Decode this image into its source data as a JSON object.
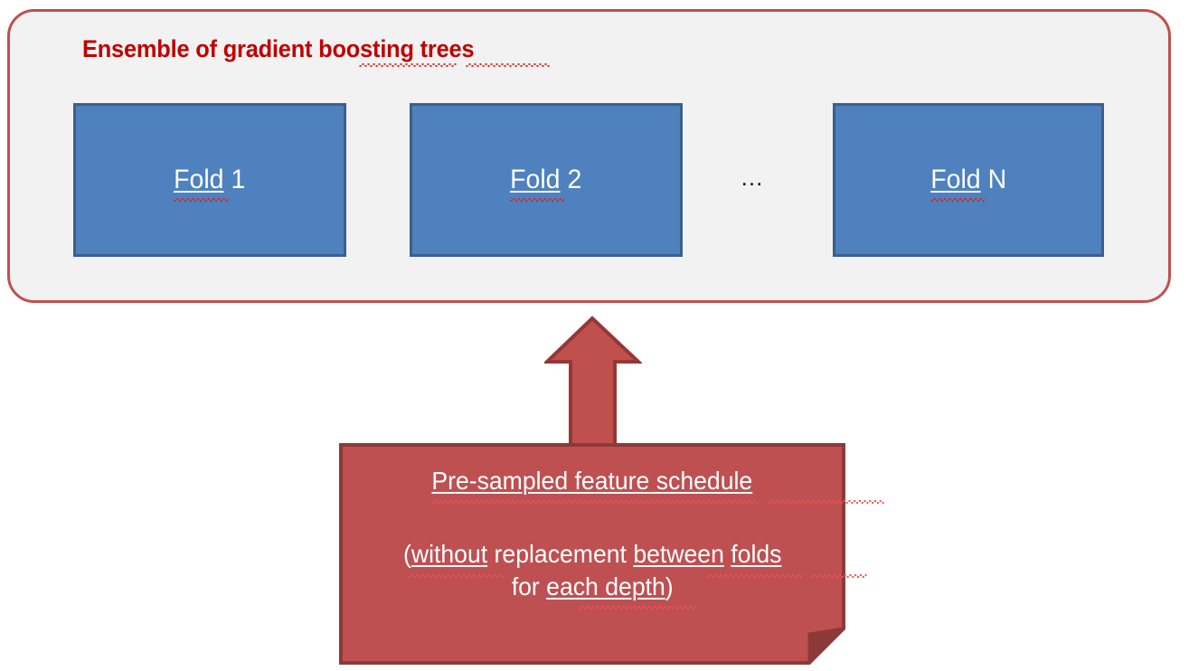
{
  "diagram": {
    "title": "Ensemble of gradient boosting trees",
    "colors": {
      "panel_background": "#F2F2F2",
      "panel_border": "#C0504D",
      "title_text": "#C00000",
      "fold_box_fill": "#4E81BD",
      "fold_box_border": "#3A5F8F",
      "fold_box_text": "#FFFFFF",
      "arrow_fill": "#C0504D",
      "arrow_border": "#953735",
      "note_fill": "#BE5052",
      "note_border": "#8C3A38",
      "note_fold_flap": "#8C3A38",
      "note_text": "#FFFFFF",
      "spellcheck_squiggle": "#E02020",
      "ellipsis_text": "#111111",
      "page_background": "#FFFFFF"
    },
    "folds": [
      {
        "label": "Fold 1",
        "underlined_word": "Fold",
        "suffix": " 1"
      },
      {
        "label": "Fold 2",
        "underlined_word": "Fold",
        "suffix": " 2"
      },
      {
        "label": "Fold N",
        "underlined_word": "Fold",
        "suffix": " N"
      }
    ],
    "ellipsis": "…",
    "arrow": {
      "icon": "up-arrow-icon",
      "direction": "up",
      "from": "Pre-sampled feature schedule",
      "to": "Ensemble of gradient boosting trees"
    },
    "note": {
      "line1_underlined": "Pre-sampled feature",
      "line1_rest": " schedule",
      "line2_open": "(",
      "line2_a": "without",
      "line2_b": " replacement ",
      "line2_c": "between",
      "line2_d": " ",
      "line2_e": "folds",
      "line3_a": "for ",
      "line3_b": "each depth",
      "line3_close": ")"
    }
  }
}
